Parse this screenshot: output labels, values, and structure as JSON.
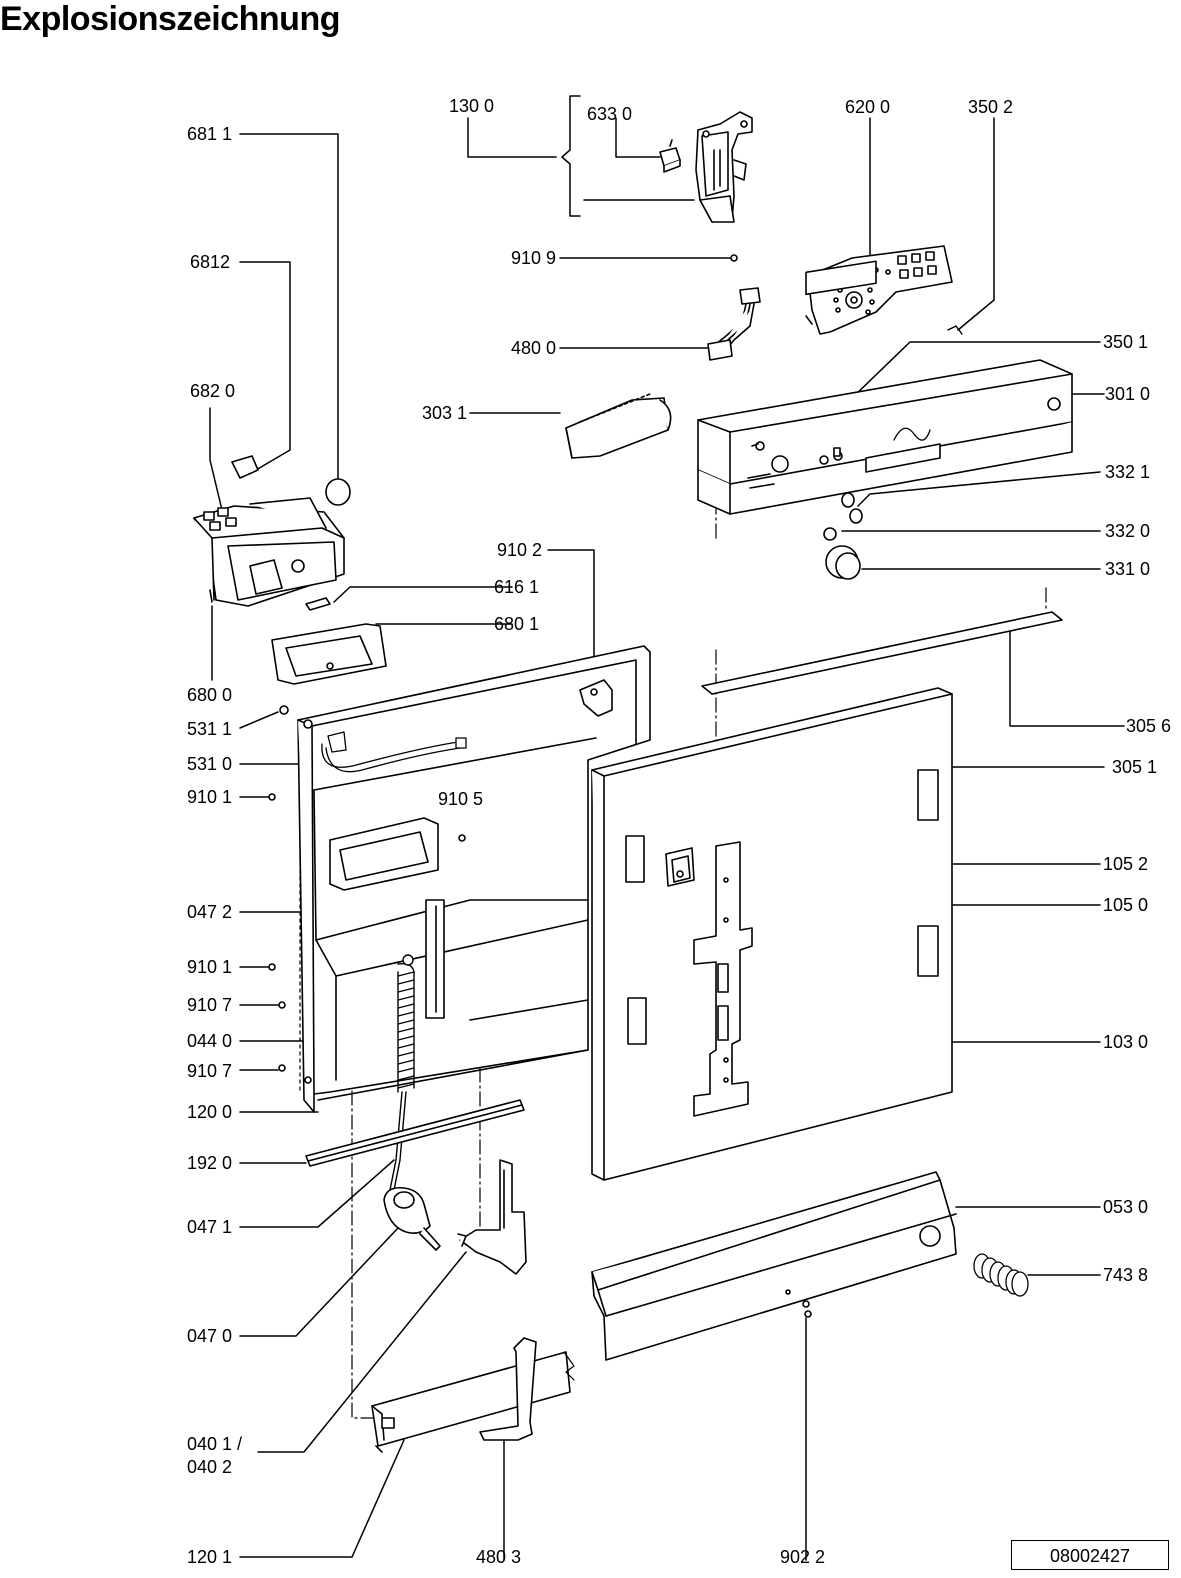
{
  "title": "Explosionszeichnung",
  "document_number": "08002427",
  "parts": {
    "p681_1": "681 1",
    "p681_2": "6812",
    "p682_0": "682 0",
    "p680_0": "680 0",
    "p531_1": "531 1",
    "p531_0": "531 0",
    "p910_1a": "910 1",
    "p910_5": "910 5",
    "p047_2": "047 2",
    "p910_1b": "910 1",
    "p910_7a": "910 7",
    "p044_0": "044 0",
    "p910_7b": "910 7",
    "p120_0": "120 0",
    "p192_0": "192 0",
    "p047_1": "047 1",
    "p047_0": "047 0",
    "p040_1": "040 1 /",
    "p040_2": "040 2",
    "p120_1": "120 1",
    "p480_3": "480 3",
    "p902_2": "902 2",
    "p130_0": "130 0",
    "p633_0": "633 0",
    "p910_9": "910 9",
    "p480_0": "480 0",
    "p303_1": "303 1",
    "p910_2": "910 2",
    "p616_1": "616 1",
    "p680_1": "680 1",
    "p620_0": "620 0",
    "p350_2": "350 2",
    "p350_1": "350 1",
    "p301_0": "301 0",
    "p332_1": "332 1",
    "p332_0": "332 0",
    "p331_0": "331 0",
    "p305_6": "305 6",
    "p305_1": "305 1",
    "p105_2": "105 2",
    "p105_0": "105 0",
    "p103_0": "103 0",
    "p053_0": "053 0",
    "p743_8": "743 8"
  }
}
